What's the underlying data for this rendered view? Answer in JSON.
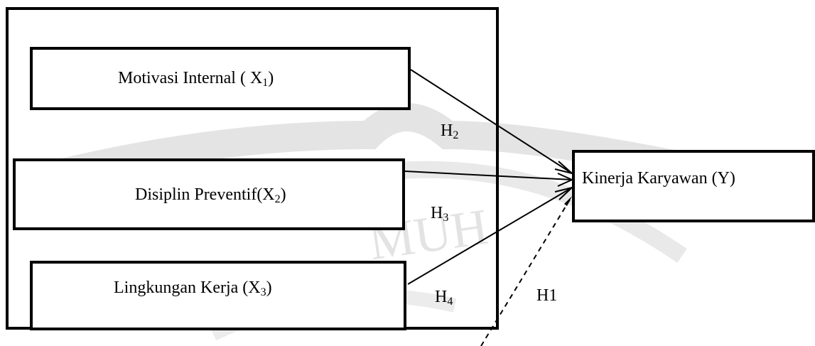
{
  "diagram": {
    "independent_variables": [
      {
        "label": "Motivasi Internal ( X",
        "subscript": "1",
        "suffix": ")"
      },
      {
        "label": "Disiplin Preventif(X",
        "subscript": "2",
        "suffix": ")"
      },
      {
        "label": "Lingkungan Kerja (X",
        "subscript": "3",
        "suffix": ")"
      }
    ],
    "dependent_variable": {
      "label": "Kinerja Karyawan (Y)"
    },
    "hypotheses": [
      {
        "base": "H",
        "subscript": "2",
        "suffix": ""
      },
      {
        "base": "H",
        "subscript": "3",
        "suffix": ""
      },
      {
        "base": "H",
        "subscript": "4",
        "suffix": ""
      },
      {
        "base": "H1",
        "subscript": "",
        "suffix": ""
      }
    ],
    "watermark_text": "MUH"
  },
  "colors": {
    "line": "#000000",
    "background": "#ffffff",
    "watermark": "#e6e6e6"
  }
}
